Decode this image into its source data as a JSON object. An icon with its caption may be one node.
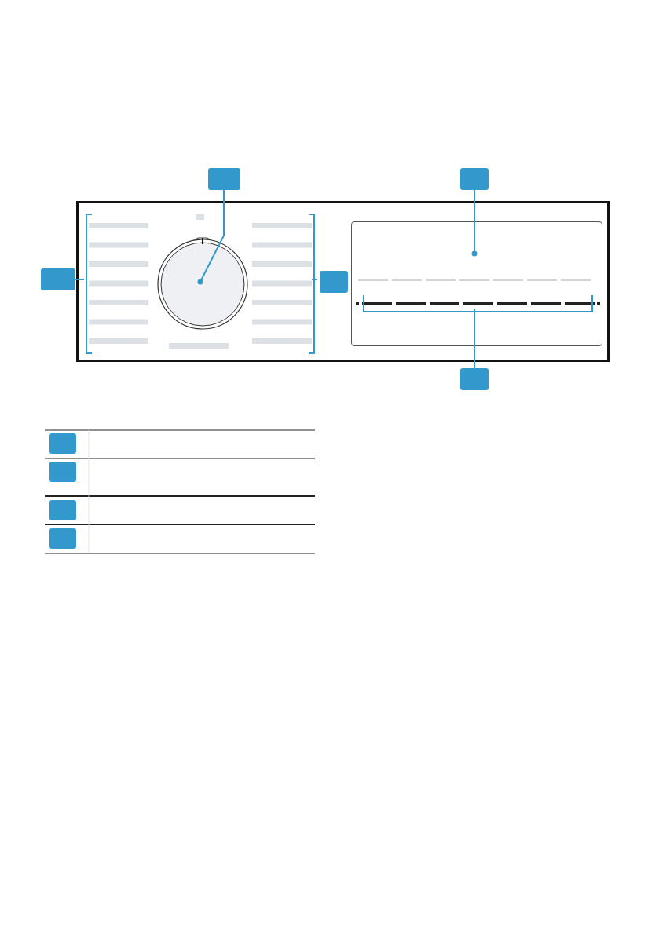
{
  "diagram": {
    "nodes": [
      {
        "text": [],
        "shape": "box"
      },
      {
        "text": [],
        "shape": "box"
      },
      {
        "text": [],
        "shape": "box"
      },
      {
        "text": [],
        "shape": "box",
        "in": 0
      },
      {
        "text": [],
        "shape": "box"
      },
      {
        "text": [],
        "shape": "box"
      },
      {
        "text": [],
        "shape": "circle",
        "in": 0
      },
      {
        "text": [],
        "shape": "box",
        "in": 0
      },
      {
        "text": [],
        "shape": "bar",
        "in": 0
      },
      {
        "text": [],
        "shape": "bar",
        "in": 0
      },
      {
        "text": [],
        "shape": "bar",
        "in": 7
      },
      {
        "text": [],
        "shape": "box"
      },
      {
        "text": [],
        "shape": "box"
      },
      {
        "text": [],
        "shape": "box"
      },
      {
        "text": [],
        "shape": "box"
      }
    ],
    "edges": [
      {
        "from": 1,
        "to": 8,
        "arrow": "none"
      },
      {
        "from": 2,
        "to": 6,
        "arrow": "other"
      },
      {
        "from": 3,
        "to": 9,
        "arrow": "none"
      },
      {
        "from": 4,
        "to": 7,
        "arrow": "other"
      },
      {
        "from": 5,
        "to": 10,
        "arrow": "none"
      }
    ]
  }
}
